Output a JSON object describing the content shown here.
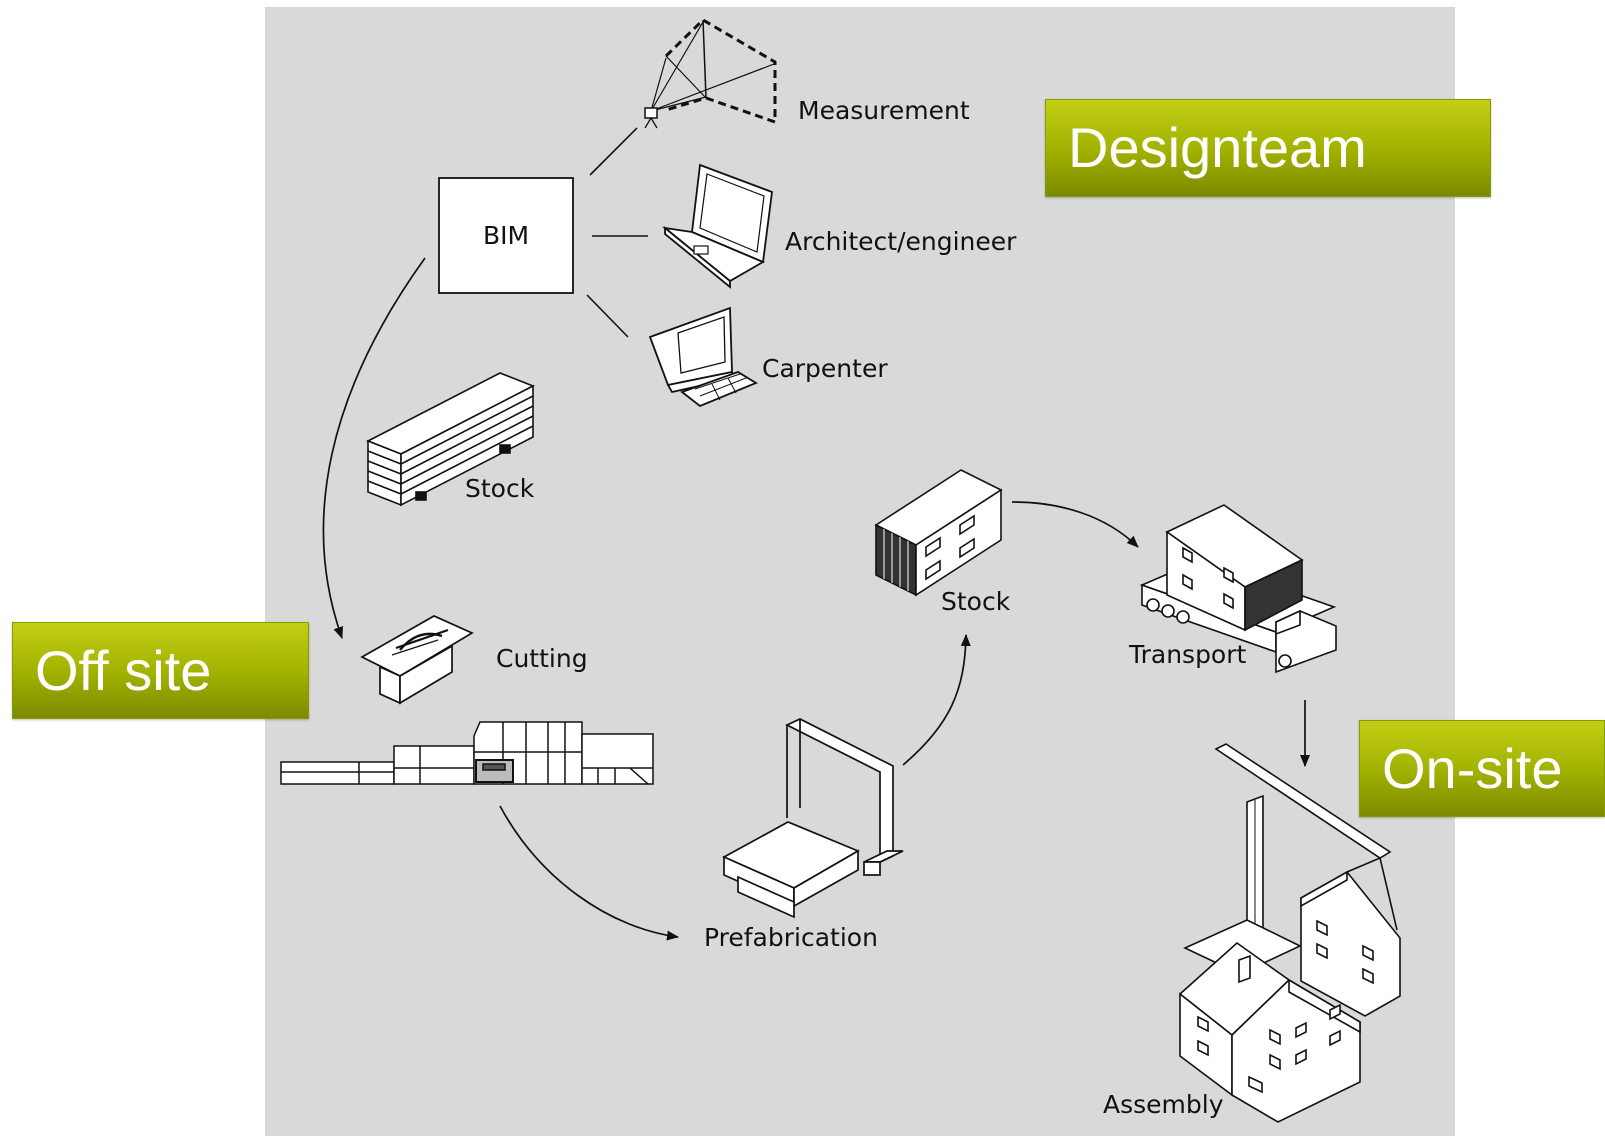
{
  "labels": {
    "bim": "BIM",
    "measurement": "Measurement",
    "architect": "Architect/engineer",
    "carpenter": "Carpenter",
    "stock_timber": "Stock",
    "cutting": "Cutting",
    "prefabrication": "Prefabrication",
    "stock_panels": "Stock",
    "transport": "Transport",
    "assembly": "Assembly"
  },
  "tags": {
    "designteam": "Designteam",
    "offsite": "Off site",
    "onsite": "On-site"
  },
  "colors": {
    "panel": "#d9d9d9",
    "tag_green": "#9fb000",
    "line": "#111111"
  }
}
